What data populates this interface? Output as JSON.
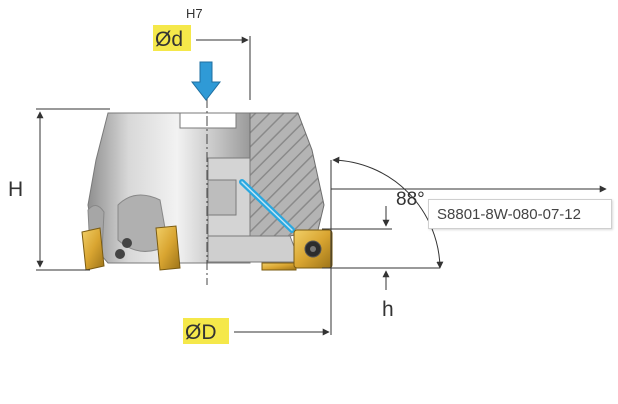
{
  "labels": {
    "tolerance": "H7",
    "bore_diameter": "Ød",
    "height": "H",
    "angle": "88°",
    "insert_height": "h",
    "outer_diameter": "ØD"
  },
  "product_code": "S8801-8W-080-07-12",
  "colors": {
    "highlight": "#f5e84a",
    "arrow": "#2f9ad6",
    "dimension_line": "#333333",
    "insert_gold": "#d9a531",
    "coolant": "#2aa8e0"
  },
  "icons": {
    "insertion_arrow": "down-arrow-icon",
    "axis_arrow": "right-arrow-icon"
  }
}
